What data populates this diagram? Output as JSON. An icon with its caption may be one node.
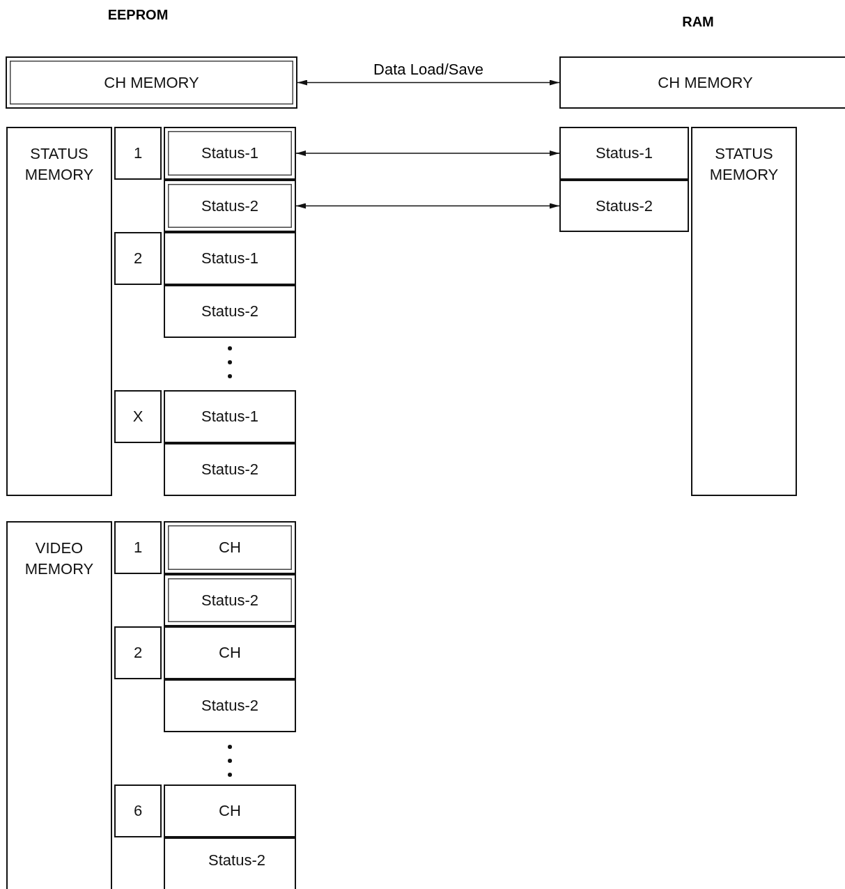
{
  "diagram": {
    "nodes": [
      {
        "text": [
          "CH MEMORY"
        ]
      },
      {
        "text": [
          "STATUS MEMORY"
        ]
      },
      {
        "text": [
          "1"
        ]
      },
      {
        "text": [
          "Status-1"
        ]
      },
      {
        "text": [
          "Status-2"
        ]
      },
      {
        "text": [
          "2"
        ]
      },
      {
        "text": [
          "Status-1"
        ]
      },
      {
        "text": [
          "Status-2"
        ]
      },
      {
        "text": [
          "X"
        ]
      },
      {
        "text": [
          "Status-1"
        ]
      },
      {
        "text": [
          "Status-2"
        ]
      },
      {
        "text": [
          "VIDEO MEMORY"
        ]
      },
      {
        "text": [
          "1"
        ]
      },
      {
        "text": [
          "CH"
        ]
      },
      {
        "text": [
          "Status-2"
        ]
      },
      {
        "text": [
          "2"
        ]
      },
      {
        "text": [
          "CH"
        ]
      },
      {
        "text": [
          "Status-2"
        ]
      },
      {
        "text": [
          "6"
        ]
      },
      {
        "text": [
          "CH"
        ]
      },
      {
        "text": [
          "Status-2"
        ]
      },
      {
        "text": [
          "CH MEMORY"
        ]
      },
      {
        "text": [
          "Status-1"
        ]
      },
      {
        "text": [
          "Status-2"
        ]
      },
      {
        "text": [
          "STATUS MEMORY"
        ]
      }
    ],
    "edges": [
      {
        "from": 0,
        "to": 21,
        "arrow": "both",
        "label": "Data Load/Save"
      },
      {
        "from": 3,
        "to": 22,
        "arrow": "both"
      },
      {
        "from": 4,
        "to": 23,
        "arrow": "both"
      }
    ],
    "labels": [
      "EEPROM",
      "RAM"
    ]
  }
}
